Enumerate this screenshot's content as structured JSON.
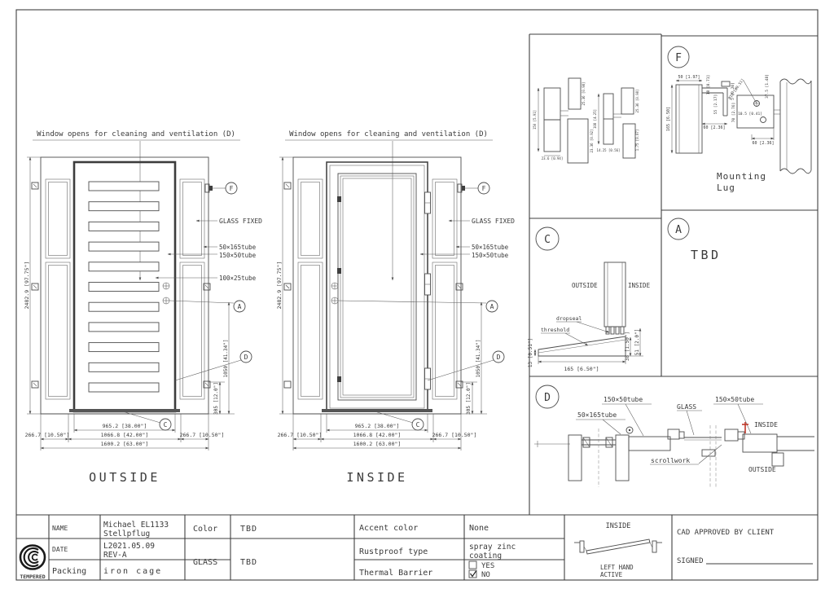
{
  "sheet": {
    "note": "Window opens for cleaning and ventilation (D)",
    "outside_caption": "OUTSIDE",
    "inside_caption": "INSIDE"
  },
  "labels": {
    "glass_fixed": "GLASS FIXED",
    "tube_50x165": "50×165tube",
    "tube_150x50": "150×50tube",
    "tube_100x25": "100×25tube",
    "glass": "GLASS",
    "scrollwork": "scrollwork",
    "inside": "INSIDE",
    "outside": "OUTSIDE",
    "dropseal": "dropseal",
    "threshold": "threshold"
  },
  "dims": {
    "height_overall": "2482.9 [97.75\"]",
    "width_leaf": "965.2 [38.00\"]",
    "width_inner": "1066.8 [42.00\"]",
    "width_side": "266.7 [10.50\"]",
    "width_total": "1600.2 [63.00\"]",
    "h_bottom": "305 [12.0\"]",
    "h_handle": "1050 [41.34\"]"
  },
  "markers": {
    "a": "A",
    "c": "C",
    "d": "D",
    "f": "F"
  },
  "detail_sections": {
    "dims": {
      "s1": "150 [5.91]",
      "s2": "23.6 [0.94]",
      "s3": "25.36 [0.98]",
      "s4": "23.36 [0.92]",
      "s5": "108 [4.25]",
      "s6": "14.25 [0.56]",
      "s7": "25.36 [0.98]",
      "s8": "1.75 [0.07]"
    }
  },
  "detail_f": {
    "letter": "F",
    "title1": "Mounting",
    "title2": "Lug",
    "d50": "50 [1.97]",
    "d165": "165 [6.50]",
    "d18": "18 [0.71]",
    "d55": "55 [2.17]",
    "d5": "5 [0.20]",
    "d60a": "60 [2.36]",
    "dia": "Ø13 [Ø0.51]",
    "d375": "37.5 [1.48]",
    "d105": "10.5 [0.41]",
    "d70": "70 [2.76]",
    "d60b": "60 [2.36]"
  },
  "detail_a": {
    "letter": "A",
    "text": "TBD"
  },
  "detail_c": {
    "letter": "C",
    "d13": "13 [0.51\"]",
    "d165": "165 [6.50\"]",
    "d38": "38 [1.50\"]",
    "d51": "51 [2.0\"]"
  },
  "detail_d": {
    "letter": "D"
  },
  "title_block": {
    "logo_text": "TEMPERED",
    "name_label": "NAME",
    "name_value_1": "Michael EL1133",
    "name_value_2": "Stellpflug",
    "date_label": "DATE",
    "date_value_1": "L2021.05.09",
    "date_value_2": "REV-A",
    "packing_label": "Packing",
    "packing_value": "iron cage",
    "color_label": "Color",
    "color_value": "TBD",
    "glass_label": "GLASS",
    "glass_value": "TBD",
    "accent_label": "Accent color",
    "accent_value": "None",
    "rustproof_label": "Rustproof type",
    "rustproof_value_1": "spray zinc",
    "rustproof_value_2": "coating",
    "thermal_label": "Thermal Barrier",
    "thermal_yes": "YES",
    "thermal_no": "NO",
    "swing_inside": "INSIDE",
    "swing_hand_1": "LEFT HAND",
    "swing_hand_2": "ACTIVE",
    "approved_line": "CAD APPROVED BY CLIENT",
    "signed_label": "SIGNED"
  },
  "colors": {
    "line": "#4d4d4d",
    "text": "#3a3a3a",
    "accent_red": "#c0392b",
    "background": "#ffffff"
  }
}
